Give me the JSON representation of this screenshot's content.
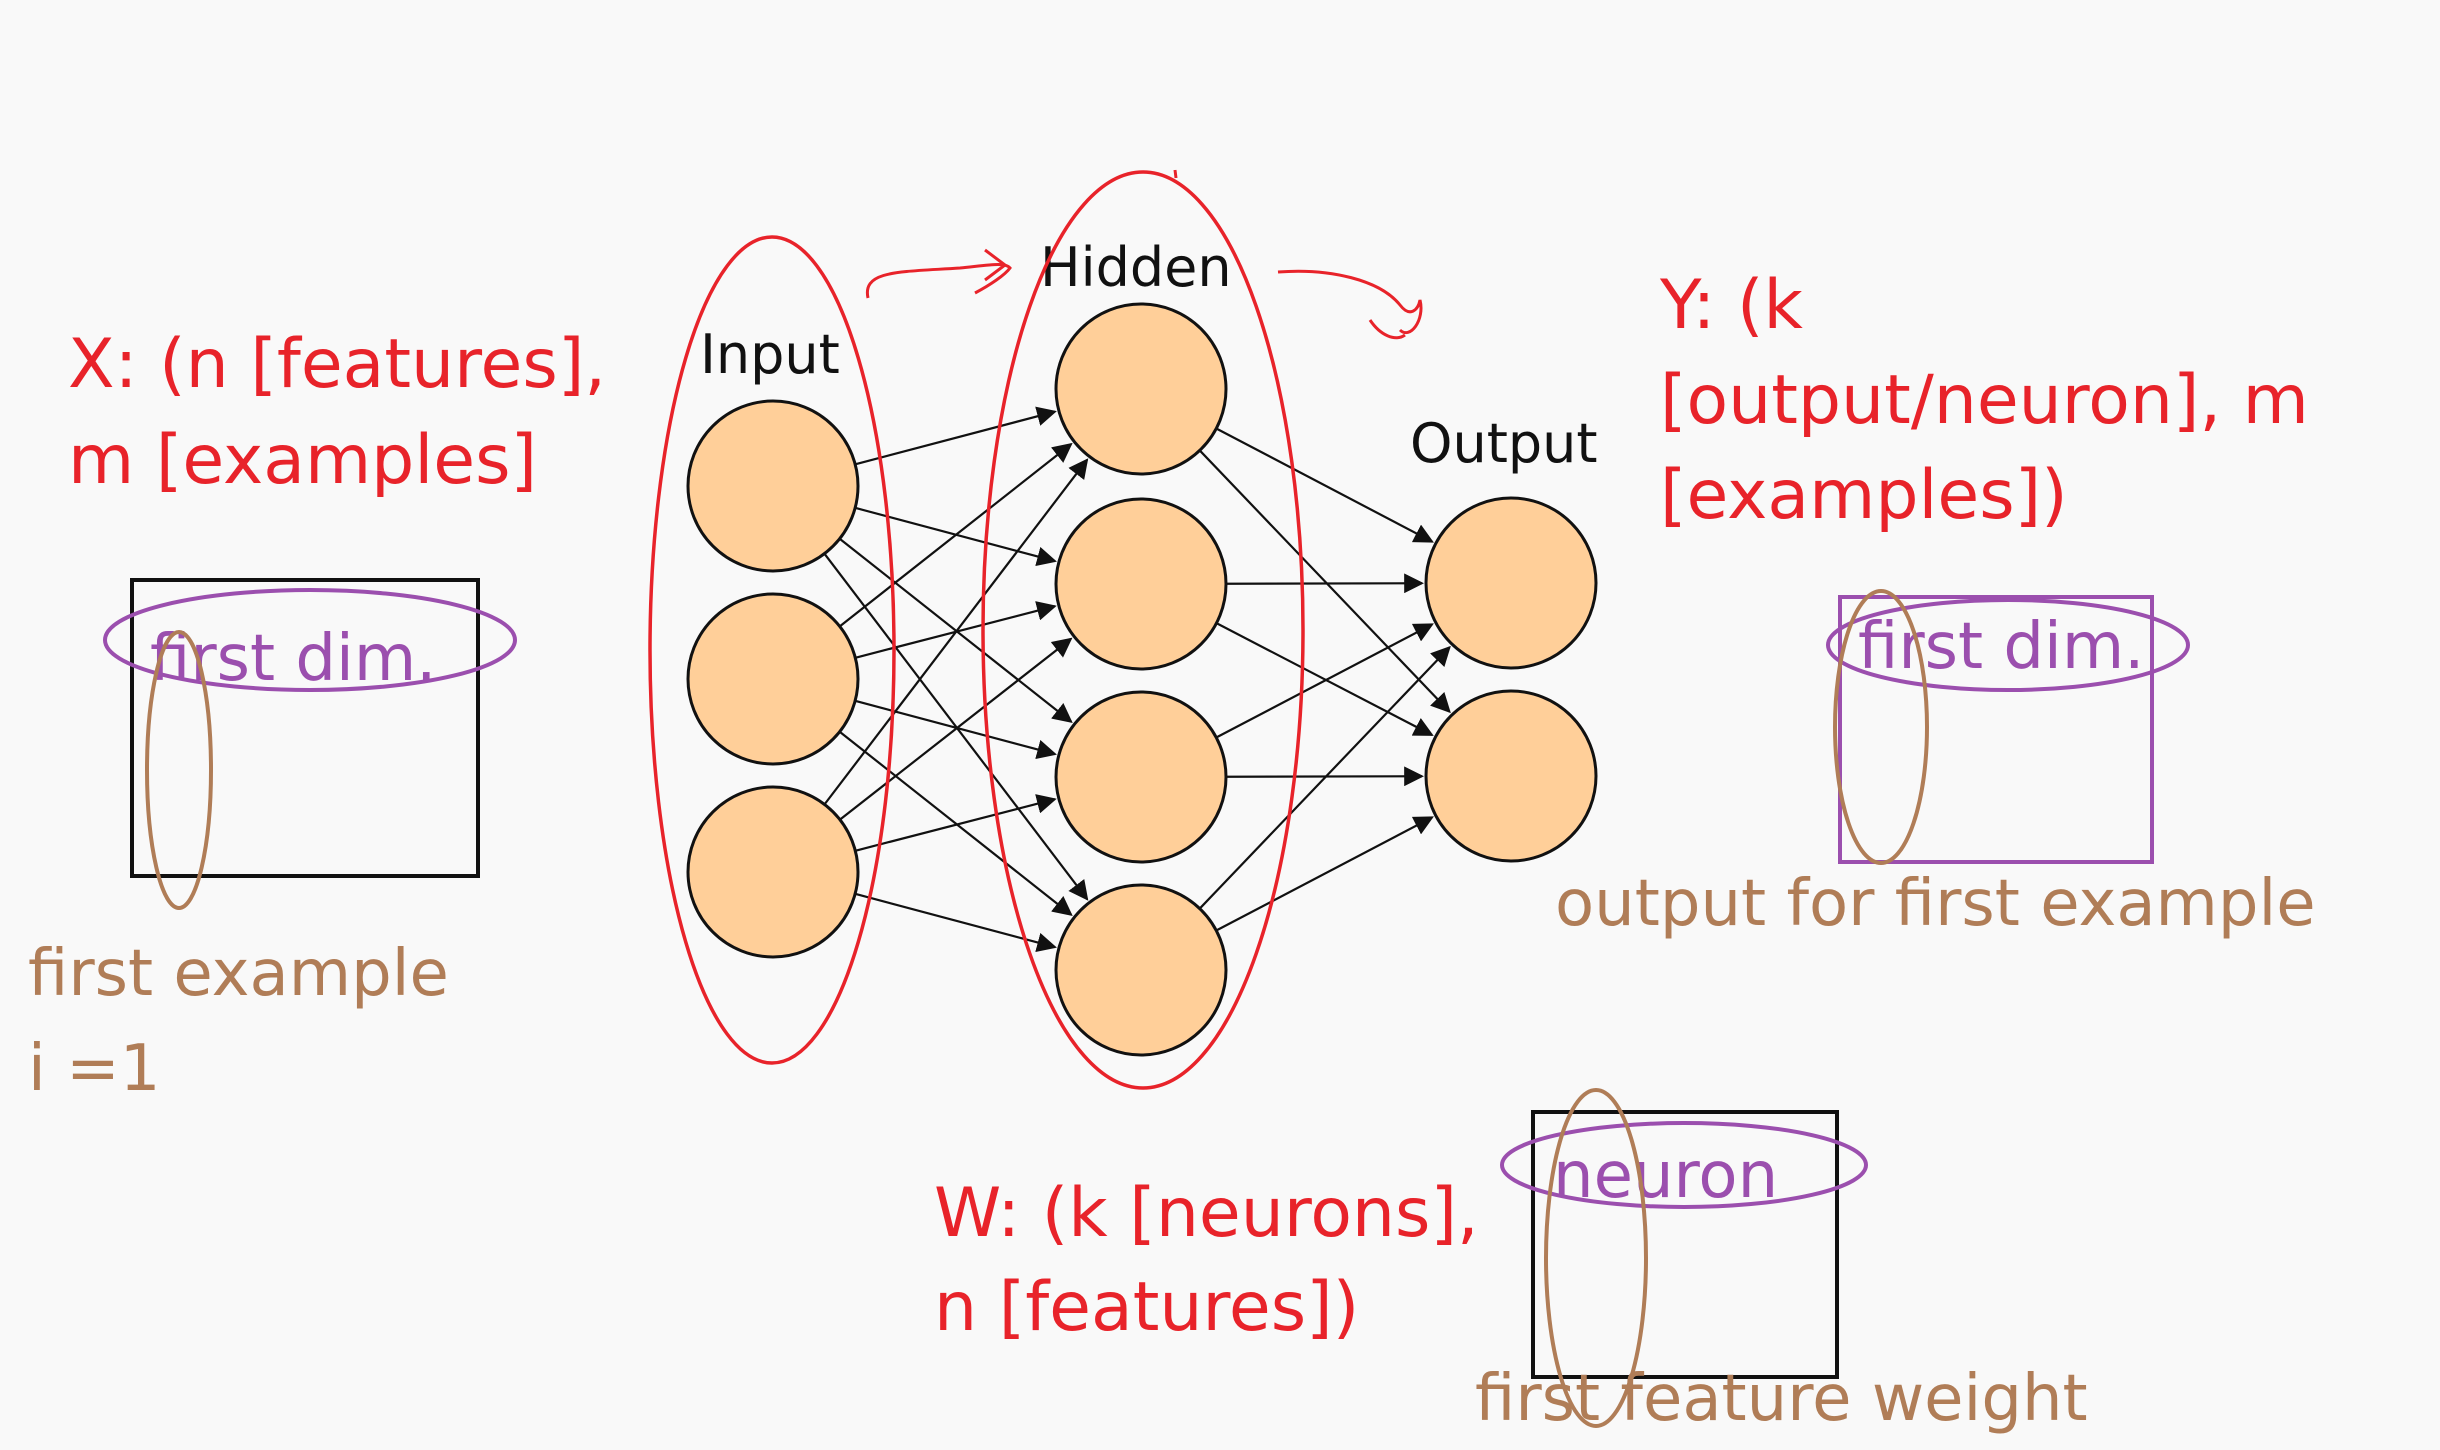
{
  "network": {
    "labels": {
      "input": "Input",
      "hidden": "Hidden",
      "output": "Output"
    },
    "layer_sizes": {
      "input": 3,
      "hidden": 4,
      "output": 2
    }
  },
  "annotations": {
    "x_shape": {
      "line1": "X: (n [features],",
      "line2": "m [examples]"
    },
    "y_shape": {
      "line1": "Y: (k",
      "line2": "[output/neuron], m",
      "line3": "[examples])"
    },
    "w_shape": {
      "line1": "W: (k [neurons],",
      "line2": "n [features])"
    },
    "x_box": {
      "dim_label": "first dim.",
      "example_label_1": "first example",
      "example_label_2": "i =1"
    },
    "y_box": {
      "dim_label": "first dim.",
      "caption": "output for first example"
    },
    "w_box": {
      "dim_label": "neuron",
      "caption": "first feature weight"
    }
  },
  "colors": {
    "neuron_fill": "#ffcf99",
    "red_ink": "#e8232a",
    "purple_ink": "#9b4fae",
    "brown_ink": "#b07d57"
  }
}
